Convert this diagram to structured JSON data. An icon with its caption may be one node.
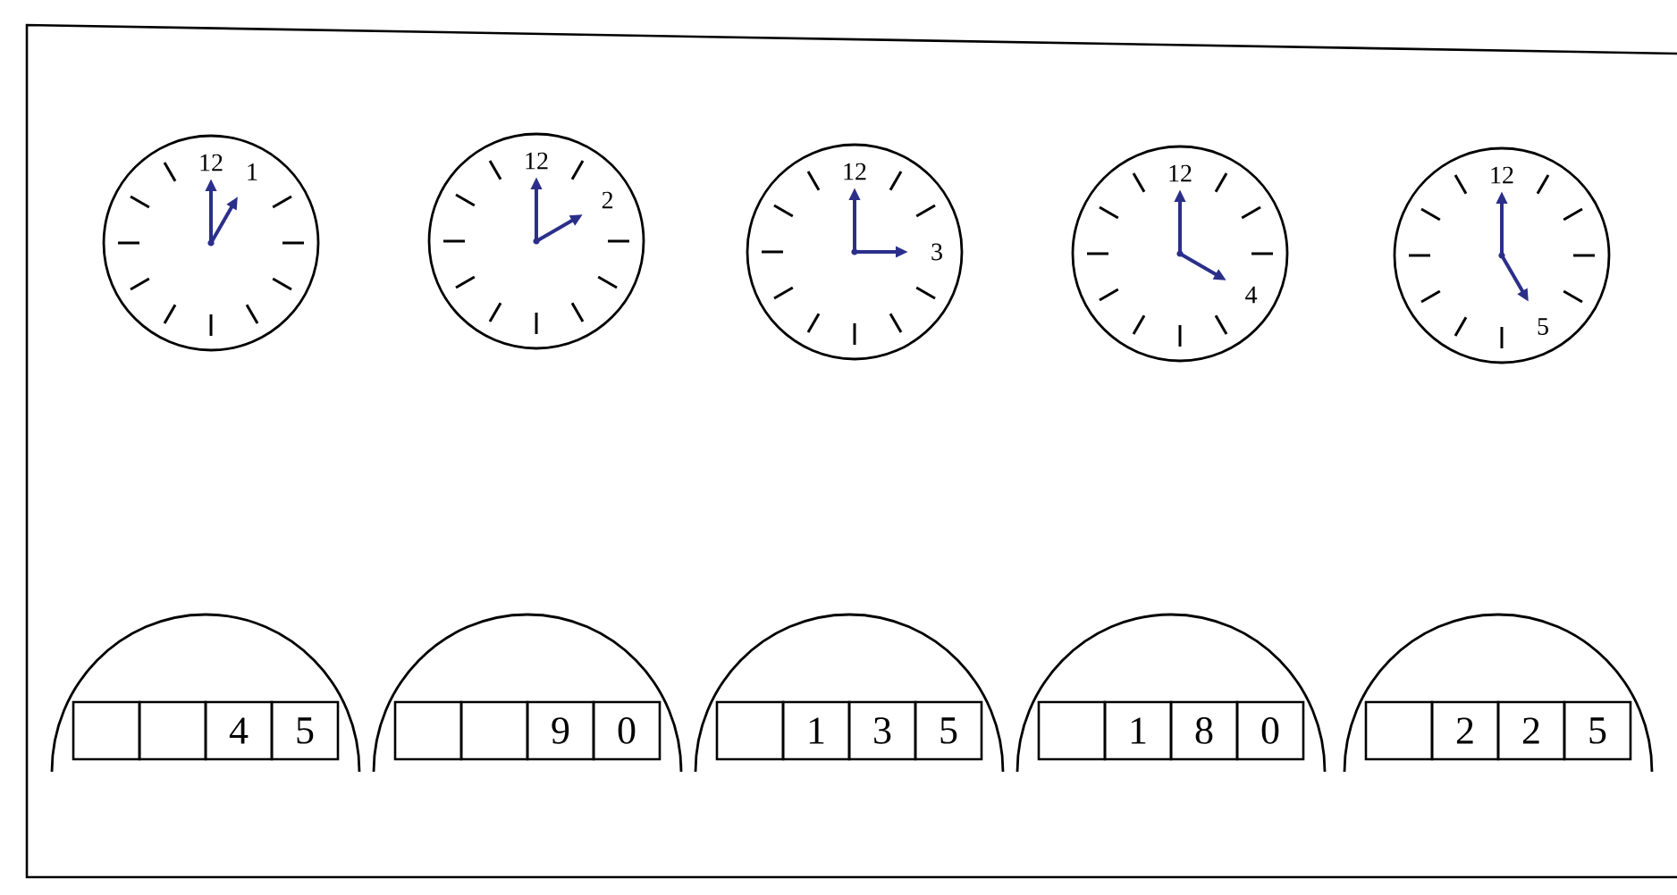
{
  "diagram": {
    "nodes": [
      {
        "text": [
          "12",
          "1"
        ]
      },
      {
        "text": [
          "12",
          "2"
        ]
      },
      {
        "text": [
          "12",
          "3"
        ]
      },
      {
        "text": [
          "12",
          "4"
        ]
      },
      {
        "text": [
          "12",
          "5"
        ]
      },
      {
        "text": [],
        "shape": "box"
      },
      {
        "text": [],
        "shape": "box"
      },
      {
        "text": [
          "4"
        ]
      },
      {
        "text": [
          "5"
        ]
      },
      {
        "text": [],
        "shape": "box"
      },
      {
        "text": [],
        "shape": "box"
      },
      {
        "text": [
          "9"
        ]
      },
      {
        "text": [
          "0"
        ]
      },
      {
        "text": [],
        "shape": "box"
      },
      {
        "text": [
          "1"
        ]
      },
      {
        "text": [
          "3"
        ]
      },
      {
        "text": [
          "5"
        ]
      },
      {
        "text": [],
        "shape": "box"
      },
      {
        "text": [
          "1"
        ]
      },
      {
        "text": [
          "8"
        ]
      },
      {
        "text": [
          "0"
        ]
      },
      {
        "text": [],
        "shape": "box"
      },
      {
        "text": [
          "2"
        ]
      },
      {
        "text": [
          "2"
        ]
      },
      {
        "text": [
          "5"
        ]
      }
    ],
    "edges": []
  }
}
